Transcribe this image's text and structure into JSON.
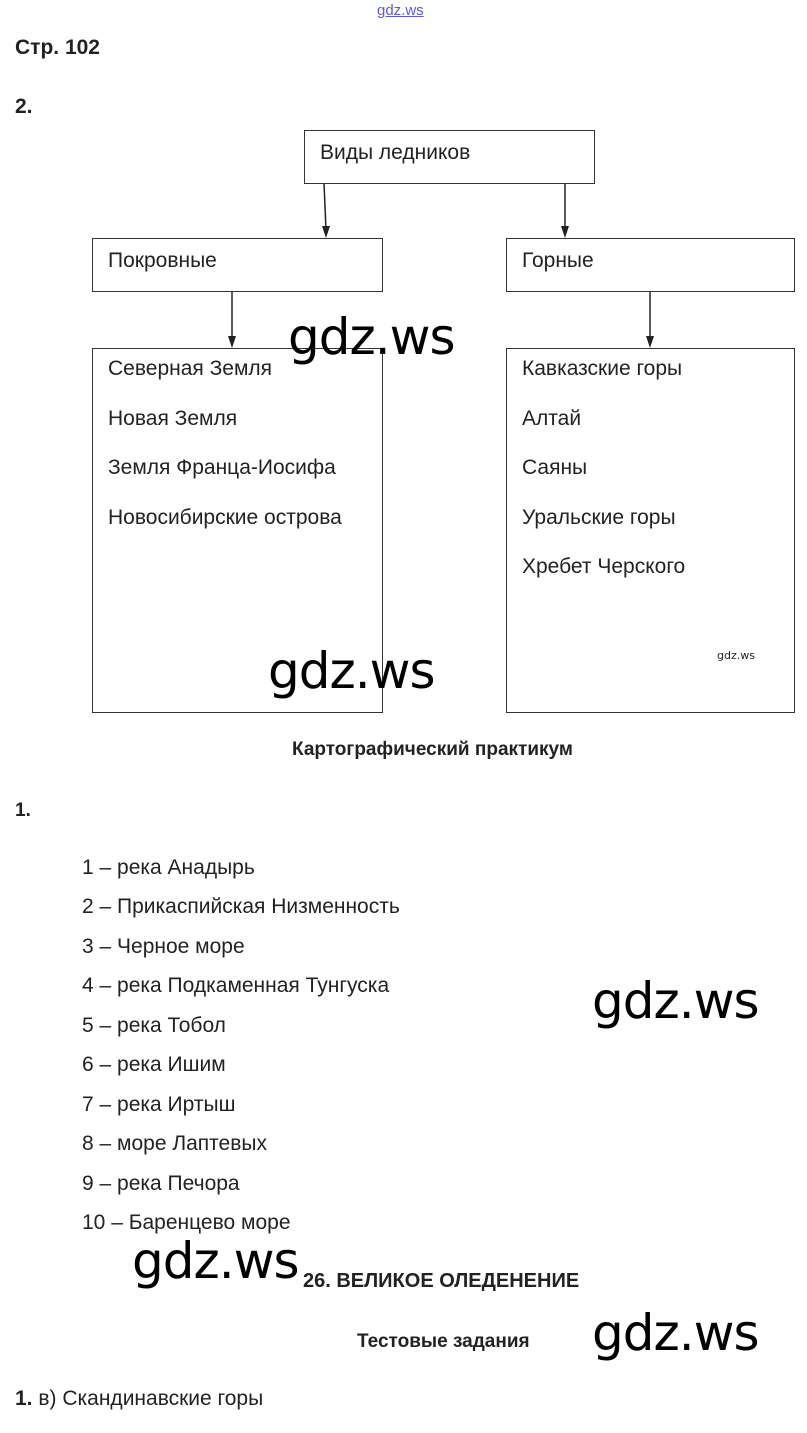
{
  "header_watermark": "gdz.ws",
  "page_label": "Стр. 102",
  "task2": {
    "number": "2.",
    "root": "Виды ледников",
    "left": {
      "title": "Покровные",
      "items": [
        "Северная Земля",
        "Новая Земля",
        "Земля Франца-Иосифа",
        "Новосибирские острова"
      ]
    },
    "right": {
      "title": "Горные",
      "items": [
        "Кавказские горы",
        "Алтай",
        "Саяны",
        "Уральские горы",
        "Хребет Черского"
      ]
    },
    "small_watermark": "gdz.ws"
  },
  "section_title": "Картографический практикум",
  "task1": {
    "number": "1.",
    "items": [
      "1 – река Анадырь",
      "2 – Прикаспийская Низменность",
      "3 – Черное море",
      "4 – река Подкаменная Тунгуска",
      "5 – река Тобол",
      "6 – река Ишим",
      "7 – река Иртыш",
      "8 – море Лаптевых",
      "9 – река Печора",
      "10 – Баренцево море"
    ]
  },
  "chapter_title": "26. ВЕЛИКОЕ ОЛЕДЕНЕНИЕ",
  "tests_title": "Тестовые задания",
  "answer": {
    "number": "1.",
    "text": "в) Скандинавские горы"
  },
  "watermark": "gdz.ws",
  "colors": {
    "header_watermark": "#5a5ad8"
  }
}
